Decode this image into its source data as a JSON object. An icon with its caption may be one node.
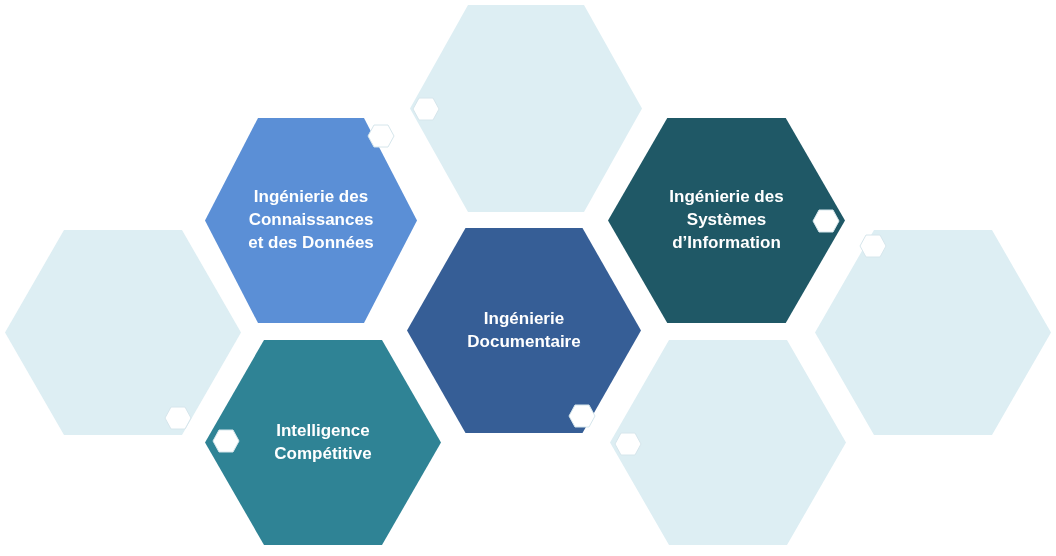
{
  "diagram": {
    "nodes": [
      {
        "text": [
          "Ingénierie des Connaissances et des Données"
        ]
      },
      {
        "text": [
          "Ingénierie des Systèmes d’Information"
        ]
      },
      {
        "text": [
          "Ingénierie Documentaire"
        ]
      },
      {
        "text": [
          "Intelligence Compétitive"
        ]
      },
      {
        "text": [],
        "shape": "hexagon"
      },
      {
        "text": [],
        "shape": "hexagon"
      },
      {
        "text": [],
        "shape": "hexagon"
      },
      {
        "text": [],
        "shape": "hexagon"
      }
    ]
  }
}
